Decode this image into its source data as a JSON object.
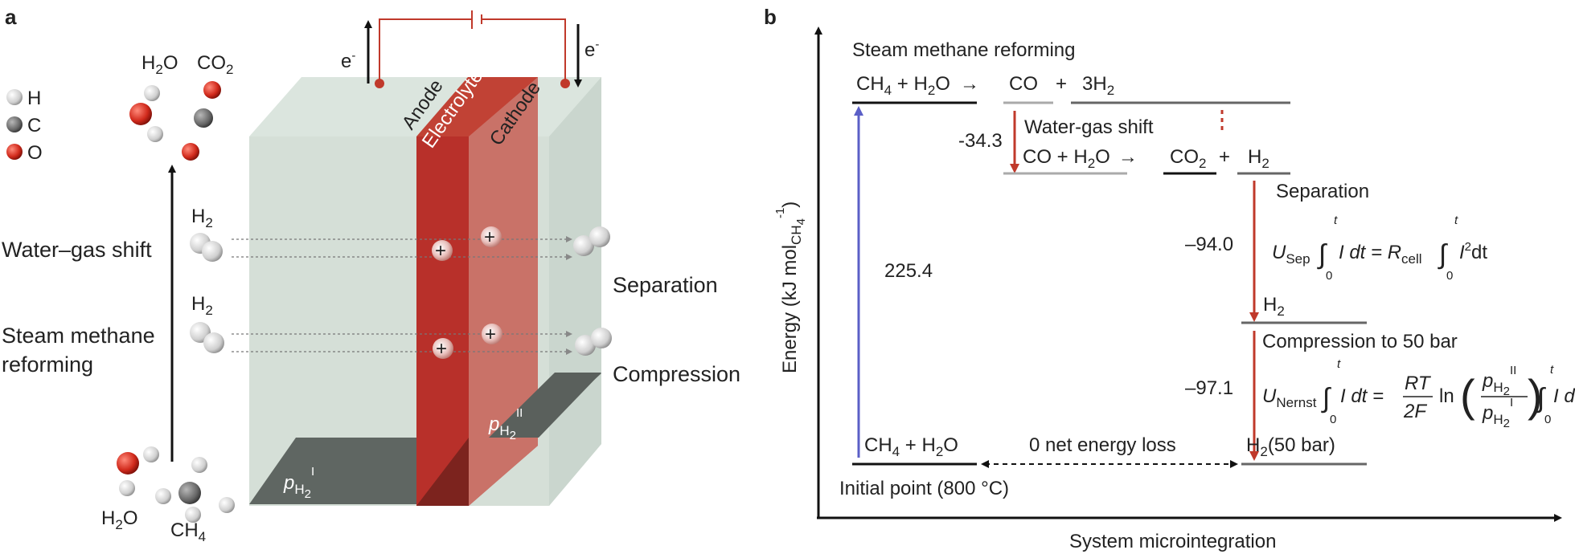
{
  "panel_a": {
    "panel_label": "a",
    "legend": {
      "h": "H",
      "c": "C",
      "o": "O"
    },
    "top_molecules": {
      "h2o": "H",
      "h2o_sub": "2",
      "h2o_tail": "O",
      "co2": "CO",
      "co2_sub": "2"
    },
    "bottom_molecules": {
      "h2o": "H",
      "h2o_sub": "2",
      "h2o_tail": "O",
      "ch4": "CH",
      "ch4_sub": "4"
    },
    "steps": {
      "wgs": "Water–gas shift",
      "smr_line1": "Steam methane",
      "smr_line2": "reforming"
    },
    "h2_upper": {
      "label": "H",
      "sub": "2"
    },
    "h2_lower": {
      "label": "H",
      "sub": "2"
    },
    "layers": {
      "anode": "Anode",
      "electrolyte": "Electrolyte",
      "cathode": "Cathode"
    },
    "electrons": {
      "left": "e",
      "right": "e",
      "sup": "-"
    },
    "ions": "+",
    "outputs": {
      "separation": "Separation",
      "compression": "Compression"
    },
    "pressure_low": {
      "p": "p",
      "sub": "H",
      "subsub": "2",
      "sup": "I"
    },
    "pressure_high": {
      "p": "p",
      "sub": "H",
      "subsub": "2",
      "sup": "II"
    },
    "colors": {
      "electrolyte": "#c0392b",
      "cathode": "#c9756b",
      "box": "#d5e0d8",
      "plate": "#59605c",
      "electron": "#c0392b"
    }
  },
  "panel_b": {
    "panel_label": "b",
    "y_axis": "Energy (kJ mol",
    "y_axis_sub": "CH",
    "y_axis_subsub": "4",
    "y_axis_sup": "-1",
    "y_axis_close": ")",
    "x_axis": "System microintegration",
    "smr": {
      "title": "Steam methane reforming",
      "ch4": "CH",
      "sub4": "4",
      "plus_h2o": " + H",
      "sub2": "2",
      "o": "O",
      "arrow": "→",
      "co": "CO",
      "plus": "+",
      "three_h2": "3H",
      "sub2b": "2"
    },
    "wgs": {
      "title": "Water-gas shift",
      "co_h2o": "CO + H",
      "sub2": "2",
      "o": "O",
      "arrow": "→",
      "co2": "CO",
      "sub2c": "2",
      "plus": "+",
      "h2": "H",
      "sub2d": "2"
    },
    "separation": {
      "title": "Separation",
      "u": "U",
      "u_sub": "Sep",
      "int1": "I dt = R",
      "r_sub": "cell",
      "int2": "I",
      "int2_sup": "2",
      "int2_tail": "dt",
      "lim_top": "t",
      "lim_bottom": "0"
    },
    "h2_mid": {
      "label": "H",
      "sub": "2"
    },
    "compression": {
      "title": "Compression to 50 bar",
      "u": "U",
      "u_sub": "Nernst",
      "int1": "I dt =",
      "rt": "RT",
      "twof": "2F",
      "ln": "ln",
      "p": "p",
      "p_sub": "H",
      "p_subsub": "2",
      "sup_top": "II",
      "sup_bottom": "I",
      "int2": "I dt",
      "lim_top": "t",
      "lim_bottom": "0"
    },
    "bottom": {
      "ch4": "CH",
      "sub4": "4",
      "plus_h2o": " + H",
      "sub2": "2",
      "o": "O",
      "h2_50": "H",
      "sub2e": "2",
      "h2_50_tail": "(50 bar)",
      "net_loss": "0 net energy loss",
      "initial": "Initial point (800 °C)"
    },
    "energies": {
      "reforming": "225.4",
      "wgs": "-34.3",
      "separation": "–94.0",
      "compression": "–97.1"
    },
    "colors": {
      "up_arrow": "#5b5fc7",
      "down_arrow": "#c0392b",
      "level": "#222222",
      "level_grey": "#8a8a8a"
    }
  }
}
